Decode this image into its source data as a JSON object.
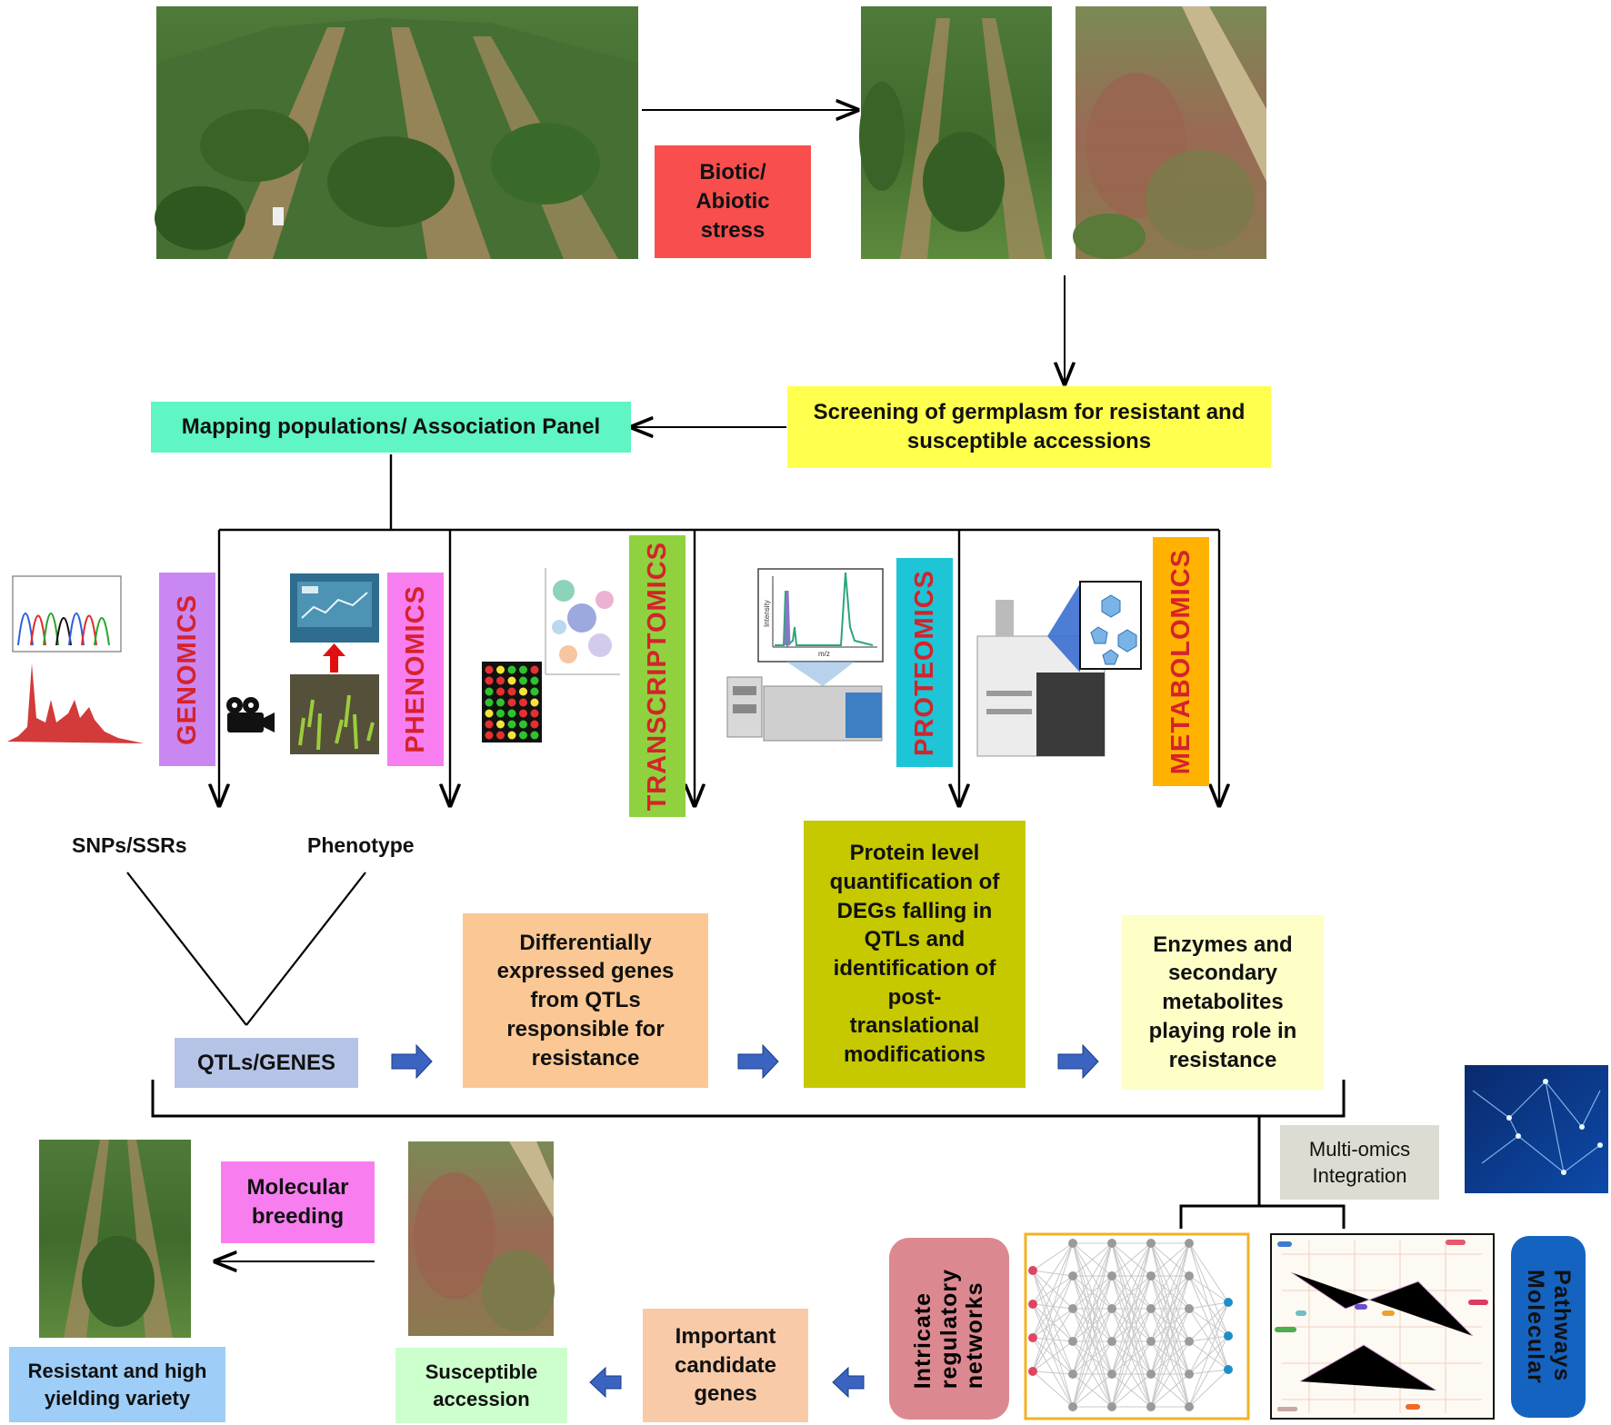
{
  "stress_label": [
    "Biotic/",
    "Abiotic",
    "stress"
  ],
  "screening_label": [
    "Screening of germplasm for resistant and",
    "susceptible accessions"
  ],
  "mapping_label": "Mapping populations/ Association Panel",
  "omics": {
    "genomics": "GENOMICS",
    "phenomics": "PHENOMICS",
    "transcriptomics": "TRANSCRIPTOMICS",
    "proteomics": "PROTEOMICS",
    "metabolomics": "METABOLOMICS"
  },
  "proteomics_axes": {
    "y": "Intensity",
    "x": "m/z"
  },
  "snp_label": "SNPs/SSRs",
  "phenotype_label": "Phenotype",
  "qtl_label": "QTLs/GENES",
  "deg_label": [
    "Differentially",
    "expressed genes",
    "from QTLs",
    "responsible for",
    "resistance"
  ],
  "protein_label": [
    "Protein level",
    "quantification of",
    "DEGs falling in",
    "QTLs and",
    "identification of",
    "post-",
    "translational",
    "modifications"
  ],
  "enzymes_label": [
    "Enzymes and",
    "secondary",
    "metabolites",
    "playing role in",
    "resistance"
  ],
  "multiomics_label": [
    "Multi-omics",
    "Integration"
  ],
  "networks_label": [
    "Intricate",
    "regulatory",
    "networks"
  ],
  "pathways_label": [
    "Molecular",
    "Pathways"
  ],
  "candidate_label": [
    "Important",
    "candidate",
    "genes"
  ],
  "susceptible_label": [
    "Susceptible",
    "accession"
  ],
  "breeding_label": [
    "Molecular",
    "breeding"
  ],
  "resistant_label": [
    "Resistant and high",
    "yielding variety"
  ],
  "colors": {
    "stress": "#f94e4e",
    "screening": "#ffff4d",
    "mapping": "#5ff5c4",
    "genomics": "#c987f2",
    "phenomics": "#f87ef0",
    "transcriptomics": "#8fd13f",
    "proteomics": "#1dc5d6",
    "metabolomics": "#ffb300",
    "omics_text": "#d5232b",
    "qtl": "#b5c4e6",
    "deg": "#fbc895",
    "protein": "#c6c800",
    "enzymes": "#feffc7",
    "multiomics": "#dcdcd2",
    "networks": "#dc8890",
    "pathways": "#1563c1",
    "candidate": "#f8caa8",
    "susceptible": "#ccffcc",
    "breeding": "#f87ef0",
    "resistant": "#9ecdf7",
    "arrow_blue": "#3a64c0"
  }
}
